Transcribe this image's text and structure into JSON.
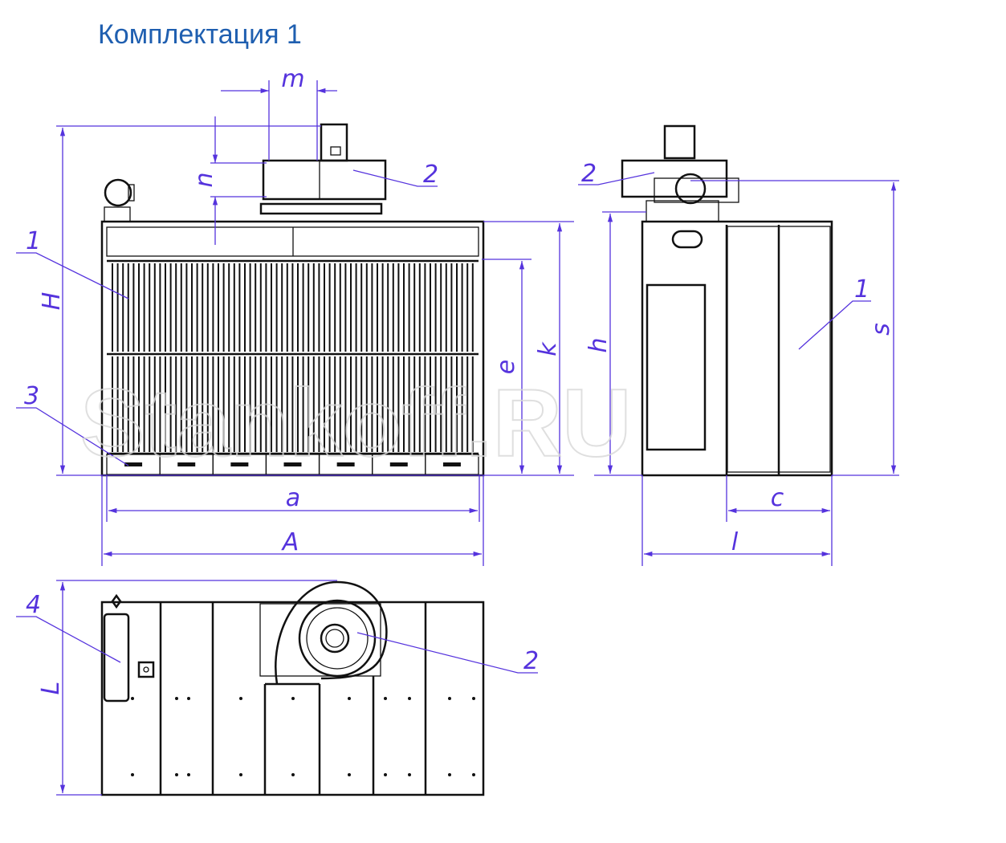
{
  "title": "Комплектация 1",
  "watermark": "Stankoff.RU",
  "dimensions": {
    "H": "H",
    "m": "m",
    "n": "n",
    "k": "k",
    "e": "e",
    "a": "a",
    "A": "A",
    "h": "h",
    "s": "s",
    "c": "c",
    "l": "l",
    "L": "L"
  },
  "callouts": {
    "front_1": "1",
    "front_2": "2",
    "front_3": "3",
    "side_1": "1",
    "side_2": "2",
    "top_4": "4",
    "top_2": "2"
  },
  "colors": {
    "title": "#1f5fb0",
    "dimension": "#5533dd",
    "lines": "#111111"
  }
}
